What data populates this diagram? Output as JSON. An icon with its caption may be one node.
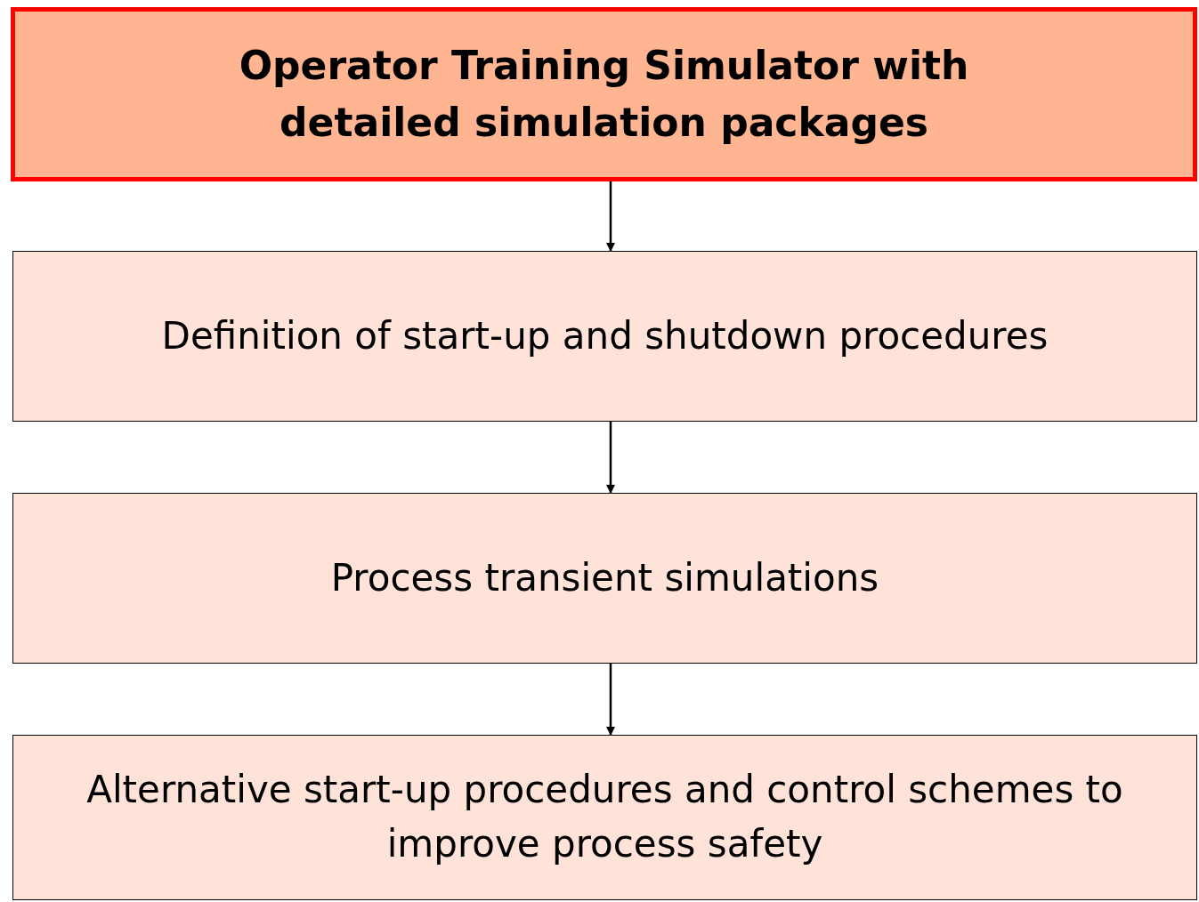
{
  "diagram": {
    "nodes": [
      {
        "text": [
          "Operator Training Simulator with detailed simulation packages"
        ]
      },
      {
        "text": [
          "Definition of start-up and shutdown procedures"
        ]
      },
      {
        "text": [
          "Process transient simulations"
        ]
      },
      {
        "text": [
          "Alternative start-up procedures and control schemes to improve process safety"
        ]
      }
    ],
    "edges": [
      {
        "from": 0,
        "to": 1,
        "arrow": "to"
      },
      {
        "from": 1,
        "to": 2,
        "arrow": "to"
      },
      {
        "from": 2,
        "to": 3,
        "arrow": "to"
      }
    ]
  }
}
